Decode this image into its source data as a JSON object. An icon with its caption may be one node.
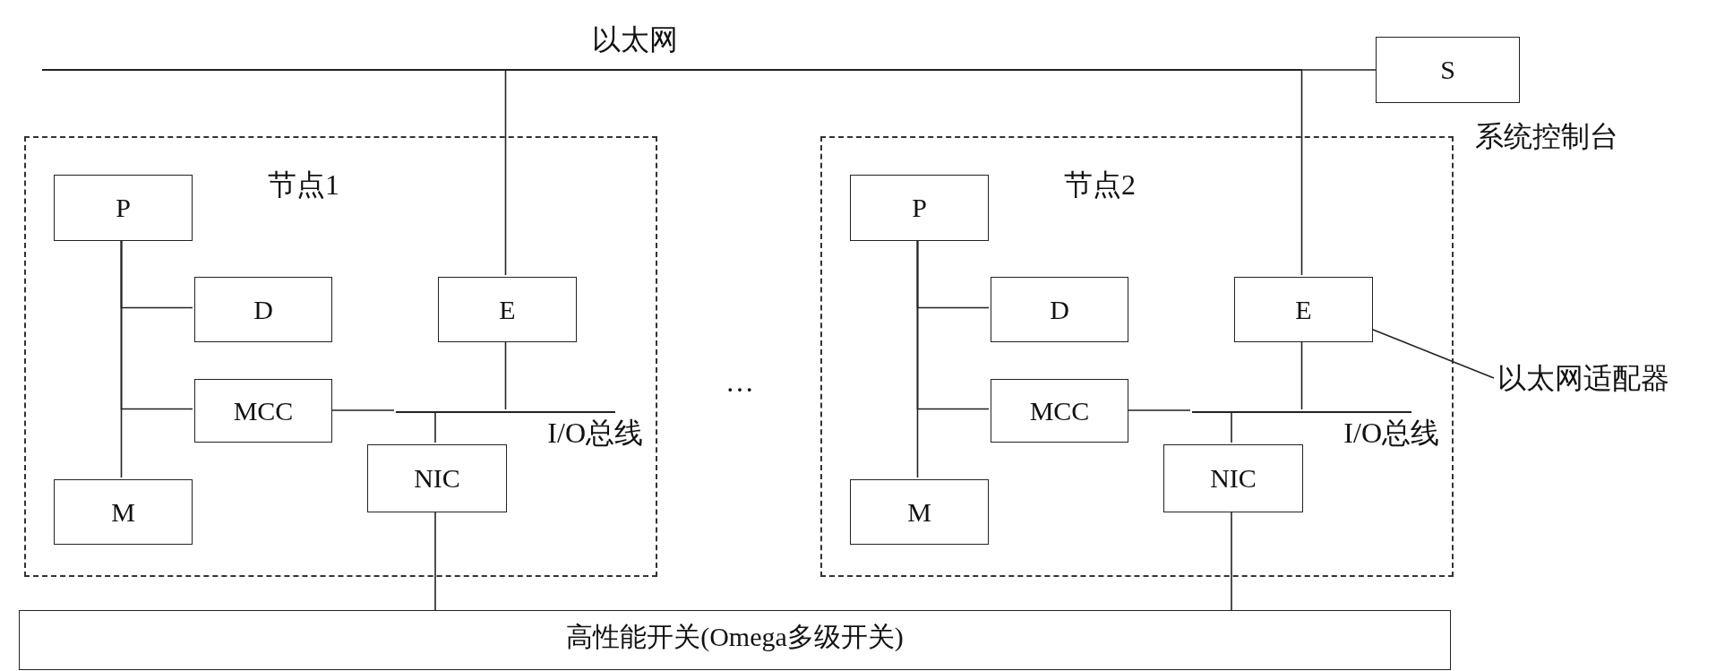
{
  "diagram": {
    "nodes": [
      {
        "text": [
          "以太网"
        ]
      },
      {
        "text": [
          "S"
        ],
        "beside": [
          "系统控制台"
        ]
      },
      {
        "text": [
          "节点1"
        ]
      },
      {
        "text": [
          "P"
        ],
        "in": 2
      },
      {
        "text": [
          "D"
        ],
        "in": 2
      },
      {
        "text": [
          "MCC"
        ],
        "in": 2
      },
      {
        "text": [
          "M"
        ],
        "in": 2
      },
      {
        "text": [
          "E"
        ],
        "in": 2
      },
      {
        "text": [
          "NIC"
        ],
        "in": 2
      },
      {
        "text": [
          "I/O总线"
        ],
        "in": 2
      },
      {
        "text": [
          "节点2"
        ]
      },
      {
        "text": [
          "P"
        ],
        "in": 10
      },
      {
        "text": [
          "D"
        ],
        "in": 10
      },
      {
        "text": [
          "MCC"
        ],
        "in": 10
      },
      {
        "text": [
          "M"
        ],
        "in": 10
      },
      {
        "text": [
          "E"
        ],
        "in": 10
      },
      {
        "text": [
          "NIC"
        ],
        "in": 10
      },
      {
        "text": [
          "I/O总线"
        ],
        "in": 10
      },
      {
        "text": [
          "高性能开关(Omega多级开关)"
        ]
      },
      {
        "text": [
          "以太网适配器"
        ]
      }
    ],
    "edges": [
      {
        "from": 0,
        "to": 1,
        "arrow": "none"
      },
      {
        "from": 0,
        "to": 7,
        "arrow": "none"
      },
      {
        "from": 0,
        "to": 15,
        "arrow": "none"
      },
      {
        "from": 3,
        "to": 6,
        "arrow": "none"
      },
      {
        "from": 3,
        "to": 4,
        "arrow": "none"
      },
      {
        "from": 3,
        "to": 5,
        "arrow": "none"
      },
      {
        "from": 5,
        "to": 9,
        "arrow": "none"
      },
      {
        "from": 7,
        "to": 9,
        "arrow": "none"
      },
      {
        "from": 8,
        "to": 9,
        "arrow": "none"
      },
      {
        "from": 8,
        "to": 18,
        "arrow": "none"
      },
      {
        "from": 11,
        "to": 14,
        "arrow": "none"
      },
      {
        "from": 11,
        "to": 12,
        "arrow": "none"
      },
      {
        "from": 11,
        "to": 13,
        "arrow": "none"
      },
      {
        "from": 13,
        "to": 17,
        "arrow": "none"
      },
      {
        "from": 15,
        "to": 17,
        "arrow": "none"
      },
      {
        "from": 16,
        "to": 17,
        "arrow": "none"
      },
      {
        "from": 16,
        "to": 18,
        "arrow": "none"
      },
      {
        "from": 19,
        "to": 15,
        "arrow": "none"
      }
    ],
    "labels": [
      "…"
    ]
  }
}
